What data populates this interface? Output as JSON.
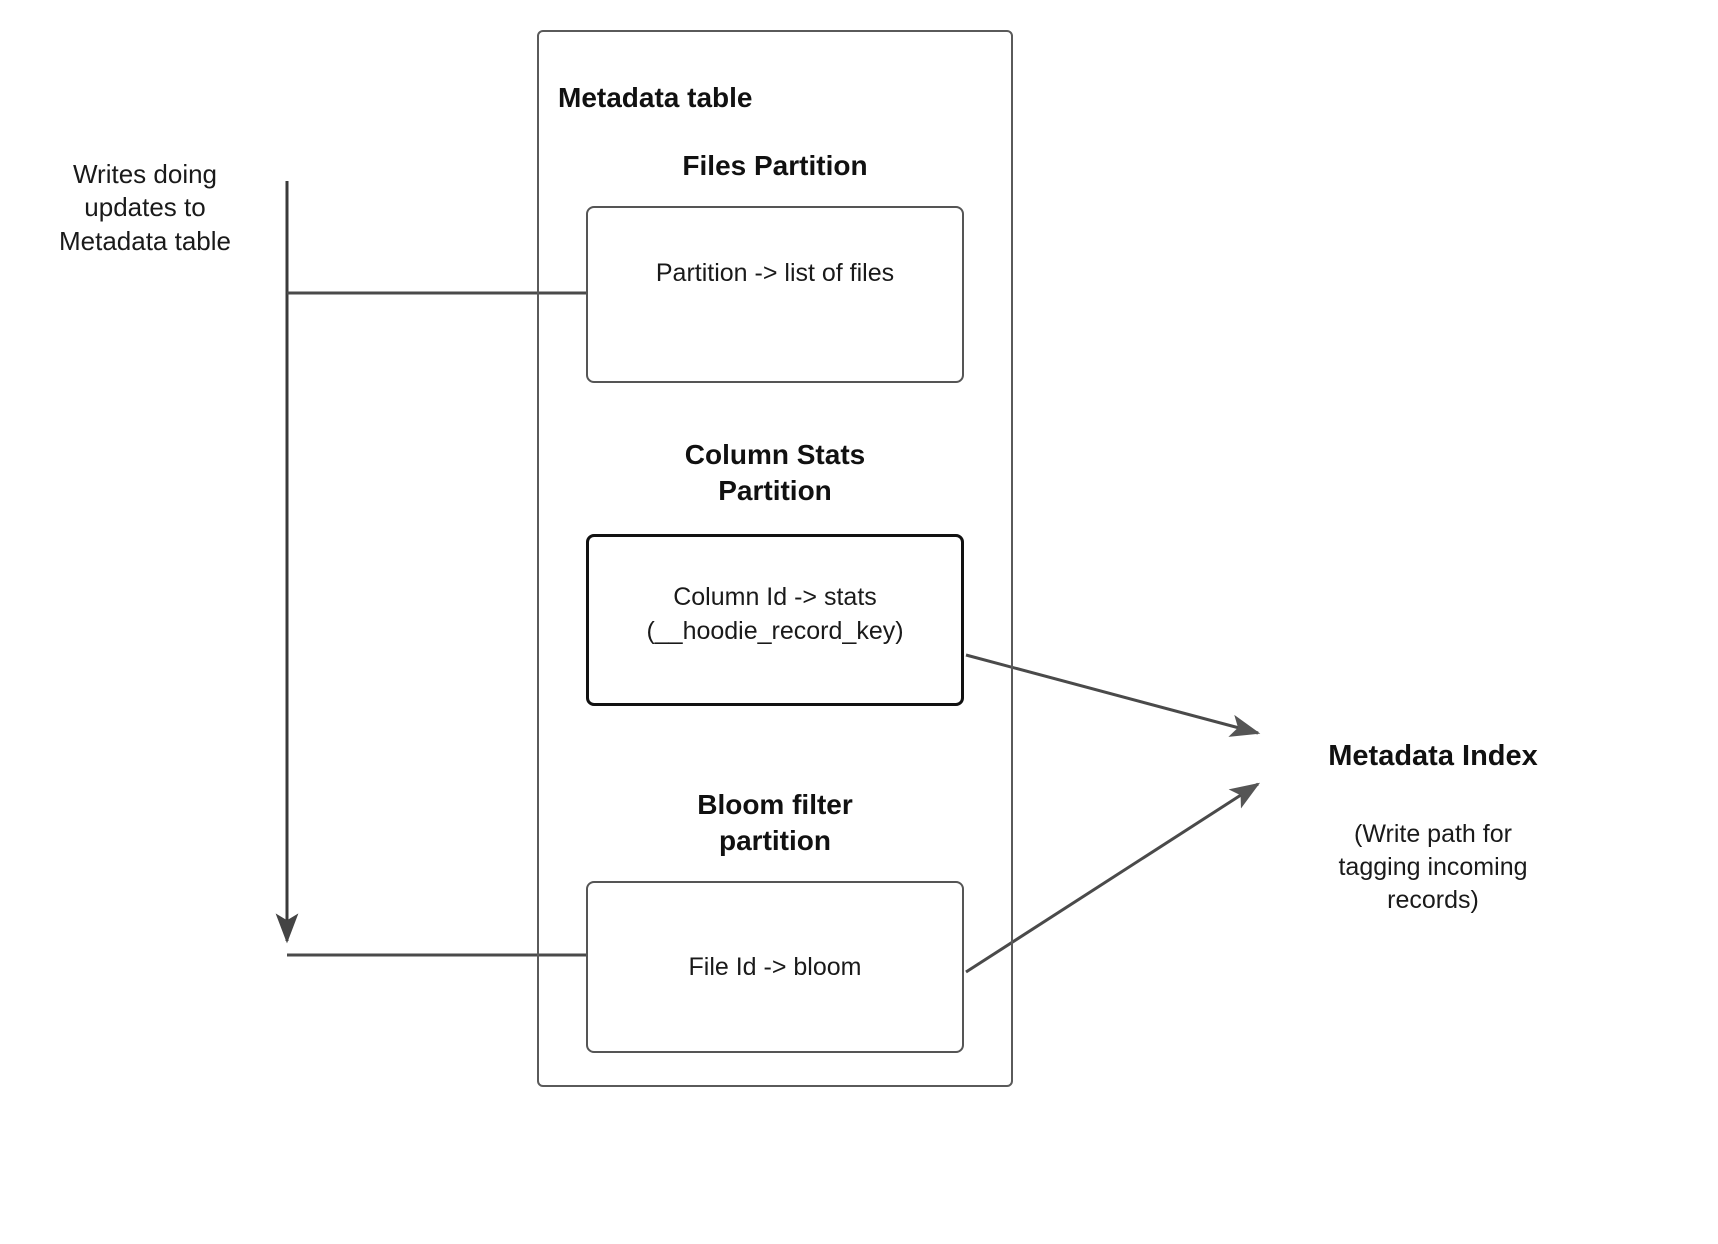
{
  "diagram": {
    "title": "Metadata table",
    "left_note": "Writes doing\nupdates to\nMetadata table",
    "sections": [
      {
        "heading": "Files Partition",
        "box_text": "Partition -> list of files"
      },
      {
        "heading": "Column Stats\nPartition",
        "box_text": "Column Id  -> stats\n(__hoodie_record_key)"
      },
      {
        "heading": "Bloom filter\npartition",
        "box_text": "File Id -> bloom"
      }
    ],
    "index_label": {
      "title": "Metadata Index",
      "note": "(Write path for\ntagging incoming\nrecords)"
    },
    "colors": {
      "stroke_gray": "#5a5a5a",
      "stroke_dark": "#111111",
      "arrow_fill": "#555555",
      "background": "#ffffff",
      "text": "#1a1a1a"
    },
    "connectors": [
      {
        "name": "writes-to-files-partition",
        "kind": "orthogonal-line"
      },
      {
        "name": "writes-to-bloom-partition",
        "kind": "orthogonal-line-with-arrow"
      },
      {
        "name": "column-stats-to-metadata-index",
        "kind": "diagonal-arrow"
      },
      {
        "name": "bloom-to-metadata-index",
        "kind": "diagonal-arrow"
      }
    ]
  }
}
